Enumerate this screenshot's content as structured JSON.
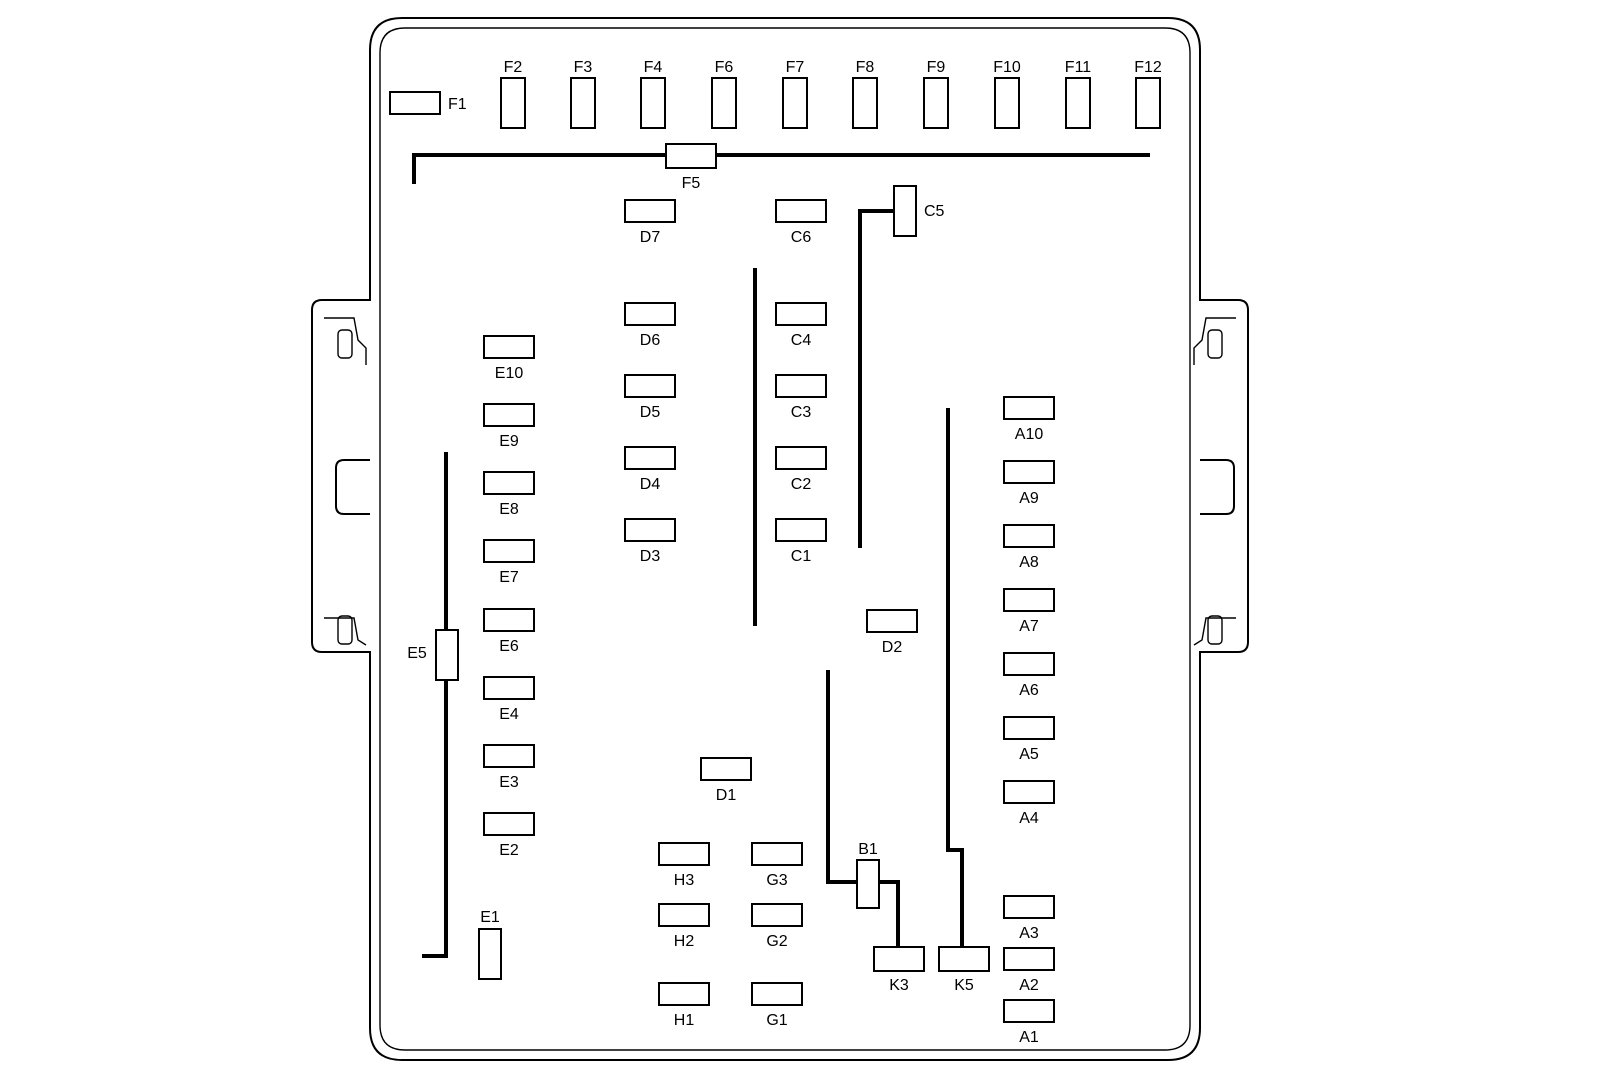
{
  "colors": {
    "stroke": "#000000",
    "background": "#ffffff"
  },
  "positions": {
    "F": [
      "F1",
      "F2",
      "F3",
      "F4",
      "F5",
      "F6",
      "F7",
      "F8",
      "F9",
      "F10",
      "F11",
      "F12"
    ],
    "D": [
      "D1",
      "D2",
      "D3",
      "D4",
      "D5",
      "D6",
      "D7"
    ],
    "C": [
      "C1",
      "C2",
      "C3",
      "C4",
      "C5",
      "C6"
    ],
    "E": [
      "E1",
      "E2",
      "E3",
      "E4",
      "E5",
      "E6",
      "E7",
      "E8",
      "E9",
      "E10"
    ],
    "A": [
      "A1",
      "A2",
      "A3",
      "A4",
      "A5",
      "A6",
      "A7",
      "A8",
      "A9",
      "A10"
    ],
    "H": [
      "H1",
      "H2",
      "H3"
    ],
    "G": [
      "G1",
      "G2",
      "G3"
    ],
    "B": [
      "B1"
    ],
    "K": [
      "K3",
      "K5"
    ]
  }
}
